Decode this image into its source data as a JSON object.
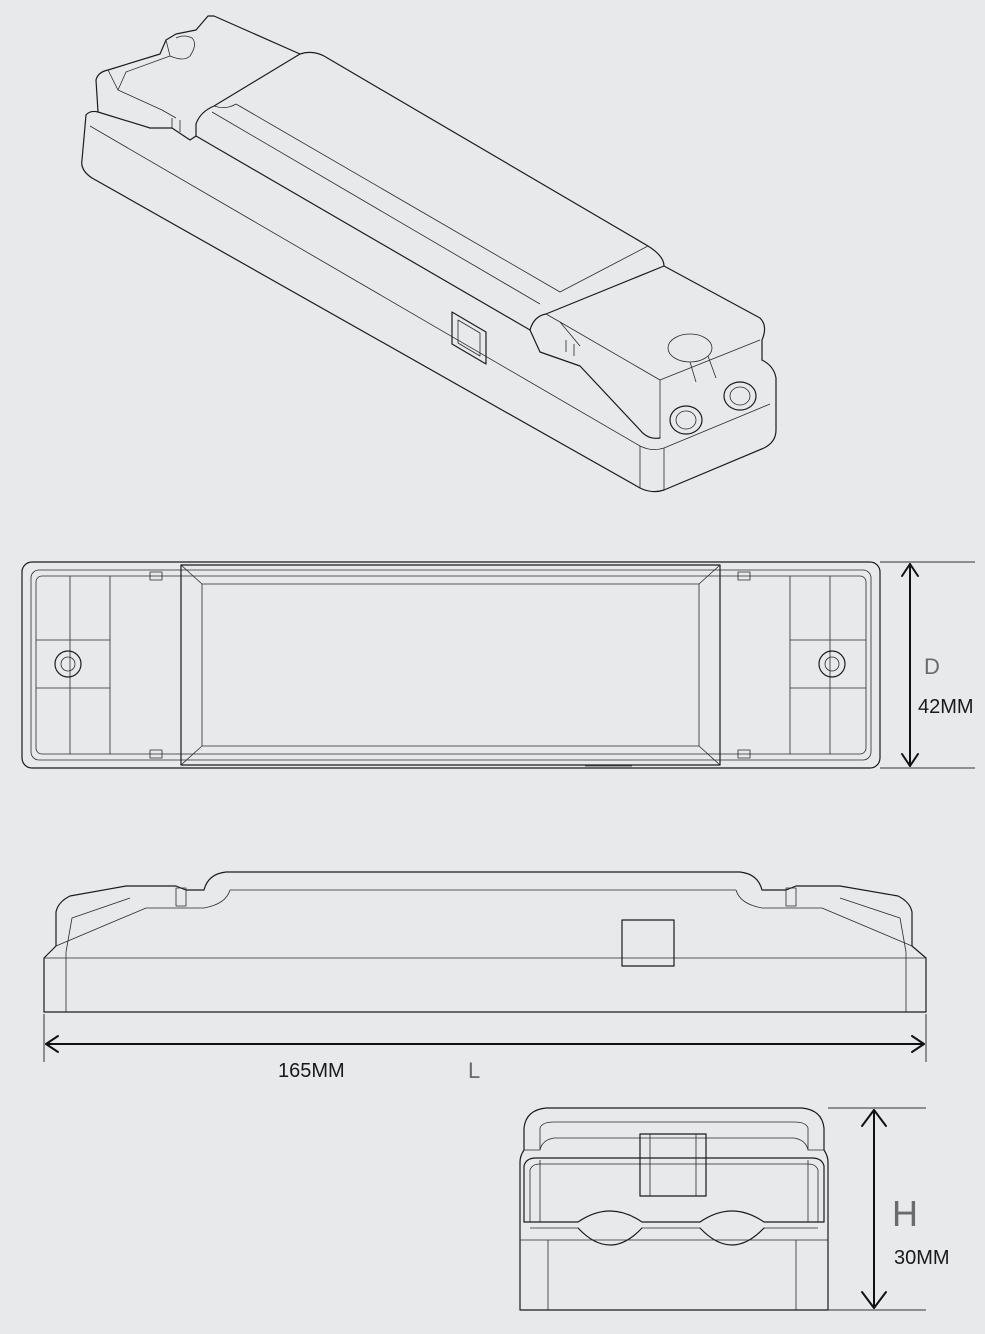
{
  "dimensions": {
    "depth": {
      "symbol": "D",
      "value": "42MM"
    },
    "length": {
      "symbol": "L",
      "value": "165MM"
    },
    "height": {
      "symbol": "H",
      "value": "30MM"
    }
  },
  "colors": {
    "background": "#e8e9eb",
    "line": "#1c1c1c"
  }
}
